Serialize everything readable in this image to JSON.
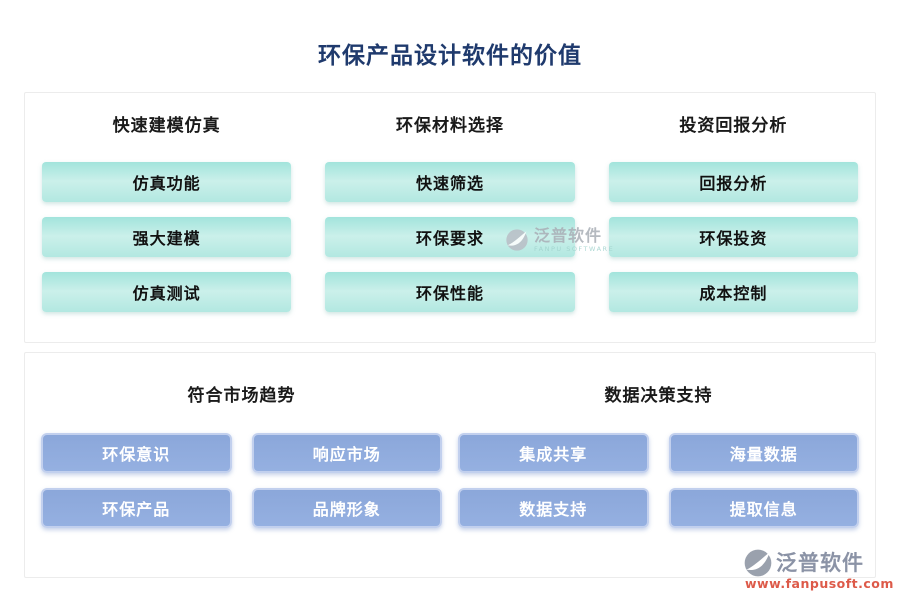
{
  "page": {
    "title": "环保产品设计软件的价值"
  },
  "colors": {
    "title_navy": "#1f3a6d",
    "teal_button": "#b2e8e1",
    "blue_button": "#90abdd",
    "blue_button_border": "#c2d0ee",
    "panel_border": "#ececec",
    "watermark_gray": "#8b93a6",
    "watermark_url_red": "#dd5a49"
  },
  "top_panel": {
    "columns": [
      {
        "header": "快速建模仿真",
        "items": [
          "仿真功能",
          "强大建模",
          "仿真测试"
        ]
      },
      {
        "header": "环保材料选择",
        "items": [
          "快速筛选",
          "环保要求",
          "环保性能"
        ]
      },
      {
        "header": "投资回报分析",
        "items": [
          "回报分析",
          "环保投资",
          "成本控制"
        ]
      }
    ]
  },
  "bottom_panel": {
    "sections": [
      {
        "header": "符合市场趋势",
        "items": [
          "环保意识",
          "响应市场",
          "环保产品",
          "品牌形象"
        ]
      },
      {
        "header": "数据决策支持",
        "items": [
          "集成共享",
          "海量数据",
          "数据支持",
          "提取信息"
        ]
      }
    ]
  },
  "watermarks": {
    "center": {
      "brand": "泛普软件",
      "sub": "FANPU SOFTWARE"
    },
    "footer": {
      "brand": "泛普软件",
      "url": "www.fanpusoft.com"
    }
  }
}
